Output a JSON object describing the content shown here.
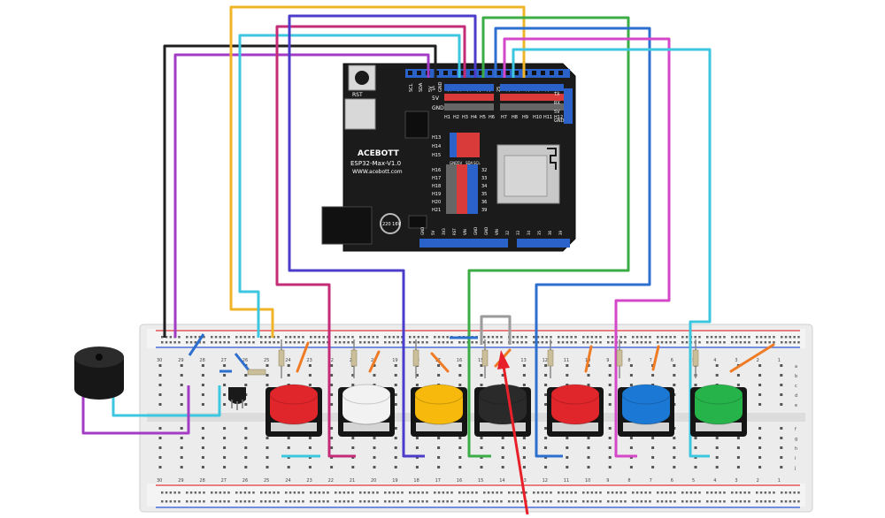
{
  "board": {
    "brand": "ACEBOTT",
    "model": "ESP32-Max-V1.0",
    "url": "WWW.acebott.com",
    "reset_label": "RST",
    "capacitor_label": "220 16V",
    "power_rail_labels": [
      "S",
      "5V",
      "GND"
    ],
    "top_header_labels": [
      "SCL",
      "SDA",
      "5V",
      "GND",
      "13",
      "12",
      "14",
      "27",
      "26",
      "25",
      "33",
      "32",
      "35",
      "34",
      "39",
      "36"
    ],
    "right_header_labels": [
      "TX",
      "RX",
      "5V",
      "GND"
    ],
    "h_left_labels": [
      "H1",
      "H2",
      "H3",
      "H4",
      "H5",
      "H6"
    ],
    "h_right_labels": [
      "H7",
      "H8",
      "H9",
      "H10",
      "H11",
      "H12"
    ],
    "h_mid_labels": [
      "H13",
      "H14",
      "H15"
    ],
    "h_column_labels": [
      "H16",
      "H17",
      "H18",
      "H19",
      "H20",
      "H21"
    ],
    "h_column_pins": [
      "32",
      "33",
      "34",
      "35",
      "36",
      "39"
    ],
    "mini_header_labels": [
      "GND",
      "5V",
      "SDA",
      "SCL"
    ],
    "bottom_header_labels": [
      "GND",
      "5V",
      "3V3",
      "RST",
      "VIN",
      "GND",
      "GND",
      "VIN",
      "32",
      "33",
      "34",
      "35",
      "36",
      "39"
    ]
  },
  "breadboard": {
    "top_columns": [
      "30",
      "29",
      "28",
      "27",
      "26",
      "25",
      "24",
      "23",
      "22",
      "21",
      "20",
      "19",
      "18",
      "17",
      "16",
      "15",
      "14",
      "13",
      "12",
      "11",
      "10",
      "9",
      "8",
      "7",
      "6",
      "5",
      "4",
      "3",
      "2",
      "1"
    ],
    "row_labels_top": [
      "a",
      "b",
      "c",
      "d",
      "e"
    ],
    "row_labels_bottom": [
      "f",
      "g",
      "h",
      "i",
      "j"
    ]
  },
  "buttons": [
    {
      "name": "red",
      "color": "#e0262b"
    },
    {
      "name": "white",
      "color": "#f2f2f2"
    },
    {
      "name": "yellow",
      "color": "#f6b90c"
    },
    {
      "name": "black",
      "color": "#2a2a2a"
    },
    {
      "name": "red",
      "color": "#e0262b"
    },
    {
      "name": "blue",
      "color": "#1b78d4"
    },
    {
      "name": "green",
      "color": "#26b34a"
    }
  ],
  "wire_colors": {
    "black": "#1f1f1f",
    "purple": "#a33cc4",
    "yellow": "#f0b429",
    "cyan": "#3cc6e0",
    "magenta": "#c42c78",
    "indigo": "#4b3cc9",
    "green": "#3cad46",
    "blue": "#2d6fcf",
    "pink": "#d447c8",
    "orange": "#ef7b25",
    "gray": "#9a9a9a",
    "arrow": "#e8202a"
  }
}
